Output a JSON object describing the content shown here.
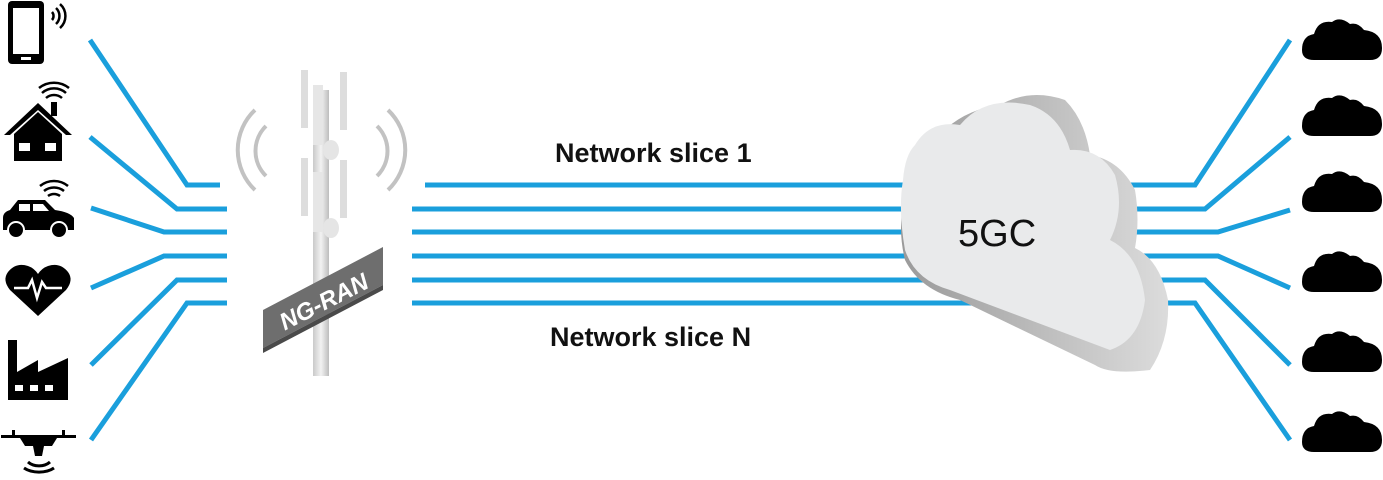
{
  "labels": {
    "slice_first": "Network slice 1",
    "slice_last": "Network slice N",
    "core": "5GC",
    "ran": "NG-RAN"
  },
  "devices": [
    "smartphone-icon",
    "smart-home-icon",
    "connected-car-icon",
    "health-monitor-icon",
    "factory-icon",
    "drone-icon"
  ],
  "services_count": 6,
  "colors": {
    "slice_line": "#1a9fdc",
    "icon": "#000000",
    "cloud": "#e9eaeb",
    "sign": "#6e6e6e"
  }
}
